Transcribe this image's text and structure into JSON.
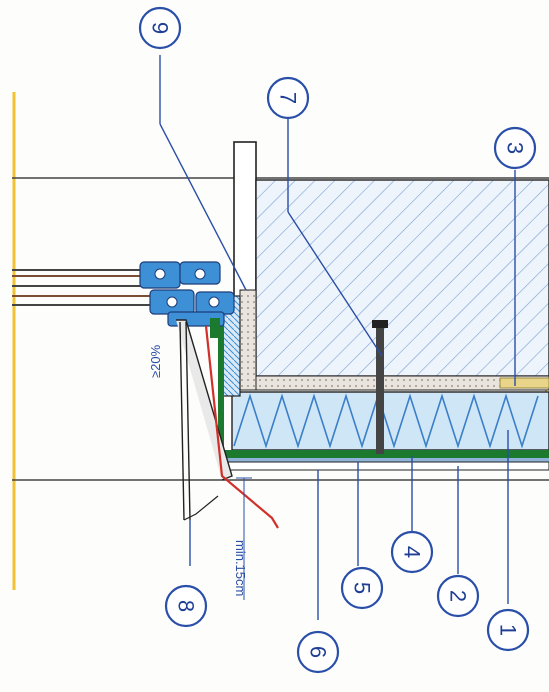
{
  "callouts": [
    {
      "id": "callout-9",
      "label": "9"
    },
    {
      "id": "callout-7",
      "label": "7"
    },
    {
      "id": "callout-3",
      "label": "3"
    },
    {
      "id": "callout-8",
      "label": "8"
    },
    {
      "id": "callout-6",
      "label": "6"
    },
    {
      "id": "callout-5",
      "label": "5"
    },
    {
      "id": "callout-4",
      "label": "4"
    },
    {
      "id": "callout-2",
      "label": "2"
    },
    {
      "id": "callout-1",
      "label": "1"
    }
  ],
  "dimensions": {
    "min_height": "min.15cm",
    "slope": "≥20%"
  },
  "colors": {
    "insulation_fill": "#cfe6f7",
    "insulation_zigzag": "#3a7fc8",
    "membrane": "#1c7a2e",
    "flashing_red": "#d0302a",
    "gasket_blue": "#3d8fd6",
    "hatch": "#7aa0d6",
    "outline": "#222222",
    "callout_blue": "#2a4fa8",
    "guide_yellow": "#f1c232"
  }
}
